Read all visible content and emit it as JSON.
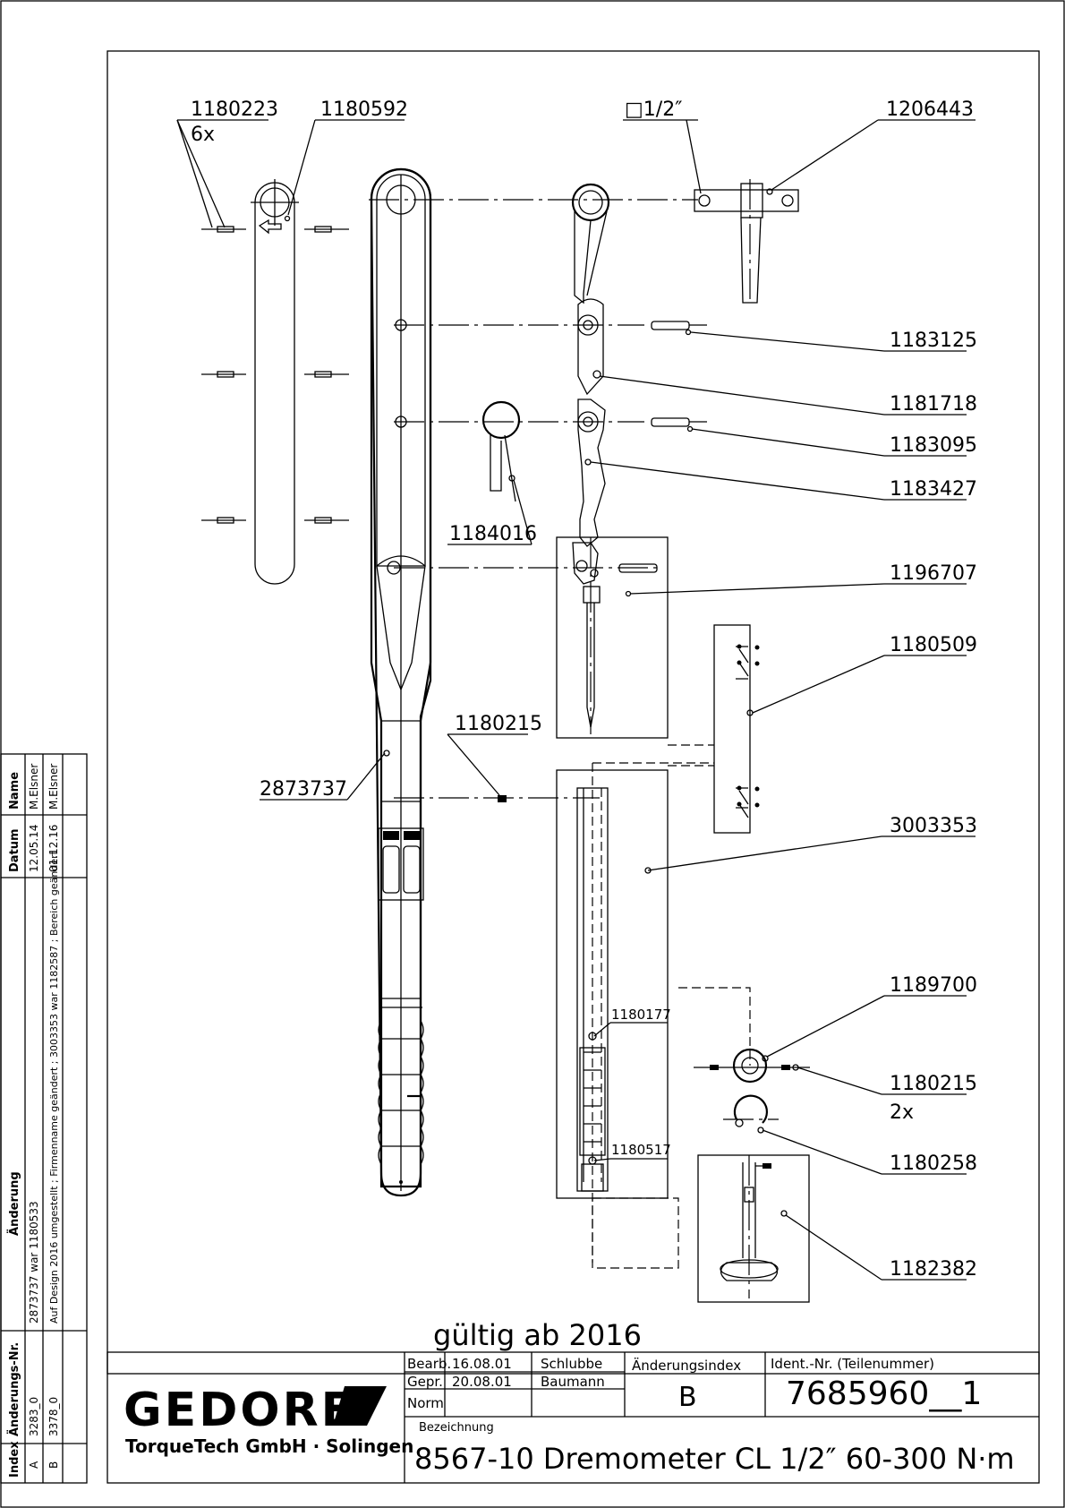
{
  "drawing": {
    "validity_note": "gültig ab 2016",
    "part_labels": {
      "p1180223": "1180223",
      "p1180223_qty": "6x",
      "p1180592": "1180592",
      "square_drive": "□1/2″",
      "p1206443": "1206443",
      "p1183125": "1183125",
      "p1181718": "1181718",
      "p1183095": "1183095",
      "p1183427": "1183427",
      "p1184016": "1184016",
      "p1196707": "1196707",
      "p1180509": "1180509",
      "p1180215_a": "1180215",
      "p2873737": "2873737",
      "p3003353": "3003353",
      "p1180177": "1180177",
      "p1180517": "1180517",
      "p1189700": "1189700",
      "p1180215_b": "1180215",
      "p1180215_b_qty": "2x",
      "p1180258": "1180258",
      "p1182382": "1182382"
    }
  },
  "revision_table": {
    "headers": {
      "index": "Index",
      "change_no": "Änderungs-Nr.",
      "change": "Änderung",
      "date": "Datum",
      "name": "Name"
    },
    "rows": [
      {
        "index": "A",
        "change_no": "3283_0",
        "change": "2873737 war 1180533",
        "date": "12.05.14",
        "name": "M.Elsner"
      },
      {
        "index": "B",
        "change_no": "3378_0",
        "change": "Auf Design 2016 umgestellt ; Firmenname geändert ; 3003353 war 1182587 ; Bereich geändert",
        "date": "01.12.16",
        "name": "M.Elsner"
      }
    ]
  },
  "title_block": {
    "logo": "GEDORE",
    "company": "TorqueTech GmbH · Solingen",
    "bearb_label": "Bearb.",
    "bearb_date": "16.08.01",
    "bearb_name": "Schlubbe",
    "gepr_label": "Gepr.",
    "gepr_date": "20.08.01",
    "gepr_name": "Baumann",
    "norm_label": "Norm",
    "change_index_label": "Änderungsindex",
    "change_index_value": "B",
    "ident_label": "Ident.-Nr.  (Teilenummer)",
    "ident_value": "7685960__1",
    "designation_label": "Bezeichnung",
    "designation_value": "8567-10 Dremometer CL 1/2″  60-300 N·m"
  }
}
